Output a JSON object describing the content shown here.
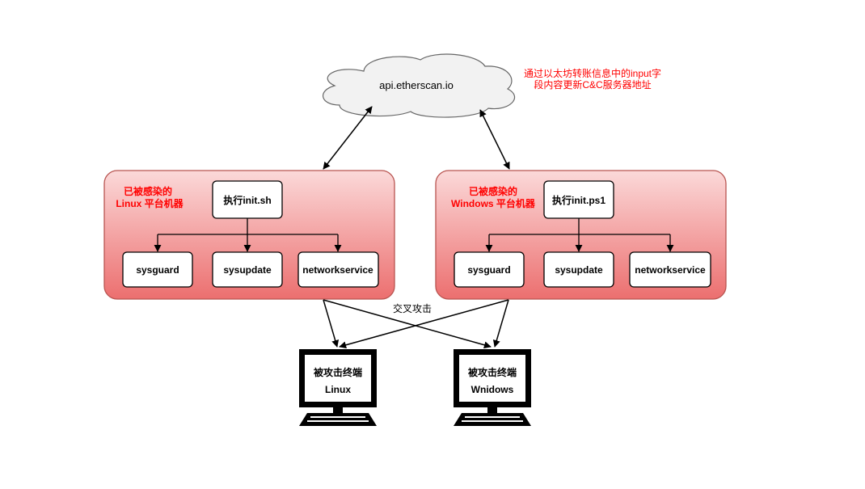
{
  "cloud": {
    "label": "api.etherscan.io"
  },
  "note": {
    "line1": "通过以太坊转账信息中的input字",
    "line2": "段内容更新C&C服务器地址"
  },
  "groups": [
    {
      "title_line1": "已被感染的",
      "title_line2": "Linux 平台机器",
      "script_label": "执行init.sh",
      "services": [
        "sysguard",
        "sysupdate",
        "networkservice"
      ]
    },
    {
      "title_line1": "已被感染的",
      "title_line2": "Windows 平台机器",
      "script_label": "执行init.ps1",
      "services": [
        "sysguard",
        "sysupdate",
        "networkservice"
      ]
    }
  ],
  "cross_label": "交叉攻击",
  "terminals": [
    {
      "line1": "被攻击终端",
      "line2": "Linux"
    },
    {
      "line1": "被攻击终端",
      "line2": "Wnidows"
    }
  ],
  "colors": {
    "group_top": "#fbd9d9",
    "group_bottom": "#ec6f6f",
    "group_border": "#b85450",
    "title_text": "#ff0000",
    "note_text": "#ff0000",
    "cloud_fill": "#f2f2f2",
    "line": "#000000"
  }
}
